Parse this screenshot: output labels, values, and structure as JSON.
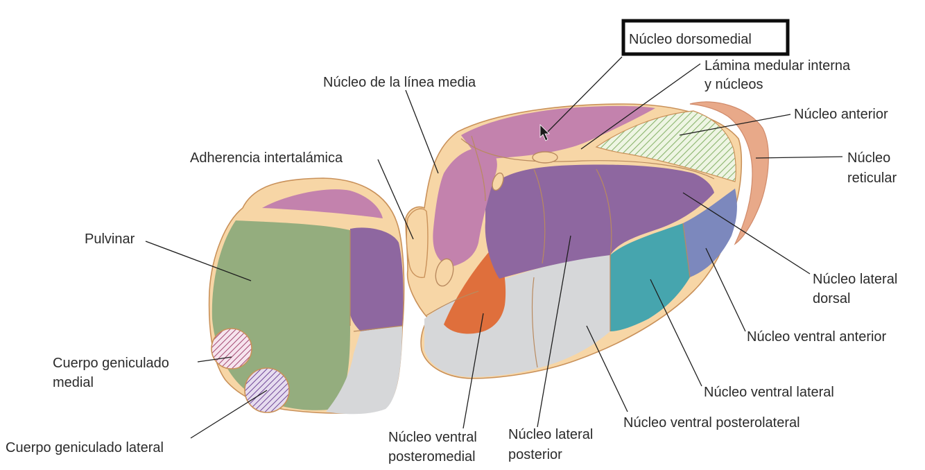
{
  "labels": {
    "dorsomedial": "Núcleo dorsomedial",
    "lamina_line1": "Lámina medular interna",
    "lamina_line2": "y núcleos",
    "linea_media": "Núcleo de la línea media",
    "anterior": "Núcleo anterior",
    "reticular_line1": "Núcleo",
    "reticular_line2": "reticular",
    "adherencia": "Adherencia intertalámica",
    "pulvinar": "Pulvinar",
    "lateral_dorsal_line1": "Núcleo lateral",
    "lateral_dorsal_line2": "dorsal",
    "ventral_anterior": "Núcleo ventral anterior",
    "geniculado_medial_line1": "Cuerpo geniculado",
    "geniculado_medial_line2": "medial",
    "ventral_lateral": "Núcleo ventral lateral",
    "geniculado_lateral": "Cuerpo geniculado lateral",
    "ventral_posteromedial_line1": "Núcleo ventral",
    "ventral_posteromedial_line2": "posteromedial",
    "lateral_posterior_line1": "Núcleo lateral",
    "lateral_posterior_line2": "posterior",
    "ventral_posterolateral": "Núcleo ventral posterolateral"
  },
  "colors": {
    "dorsomedial": "#c382ad",
    "lamina": "#f7d6a6",
    "lateral_group": "#8e67a0",
    "pulvinar": "#94ad7e",
    "ventral_lateral": "#46a5ae",
    "ventral_anterior": "#7c88bd",
    "ventral_posterior": "#d6d7d9",
    "ventral_posteromedial": "#df6f3c",
    "reticular": "#e8a989",
    "outline": "#c9915a",
    "geniculate_hatch": "#a44a72",
    "anterior_hatch": "#8bb56e"
  },
  "highlight": {
    "target": "Núcleo dorsomedial",
    "cursor": "arrow-cursor"
  }
}
